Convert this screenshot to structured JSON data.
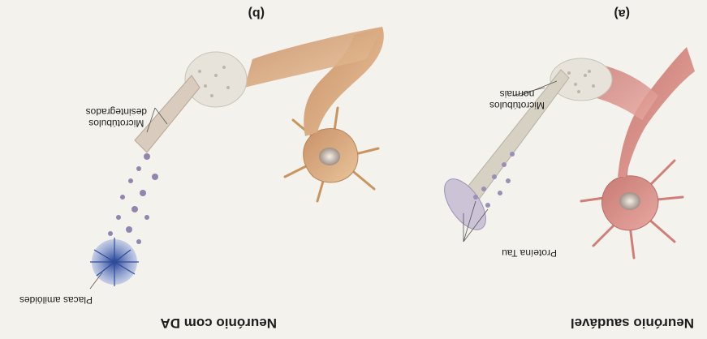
{
  "panels": [
    {
      "letter": "(a)",
      "title": "Neurónio saudável",
      "labels": {
        "microtubules_line1": "Microtúbulos",
        "microtubules_line2": "normais",
        "tau": "Proteína Tau"
      }
    },
    {
      "letter": "(b)",
      "title": "Neurónio com DA",
      "labels": {
        "microtubules_line1": "Microtúbulos",
        "microtubules_line2": "desintegrados",
        "plaques": "Placas amilóides"
      }
    }
  ],
  "colors": {
    "background": "#f4f2ed",
    "healthy_neuron": "#d98b85",
    "diseased_neuron": "#d6a978",
    "axon_cut": "#e7e3da",
    "tau_protein": "#9b8fb5",
    "plaques": "#2f4d9b",
    "text": "#1f1d1b"
  }
}
